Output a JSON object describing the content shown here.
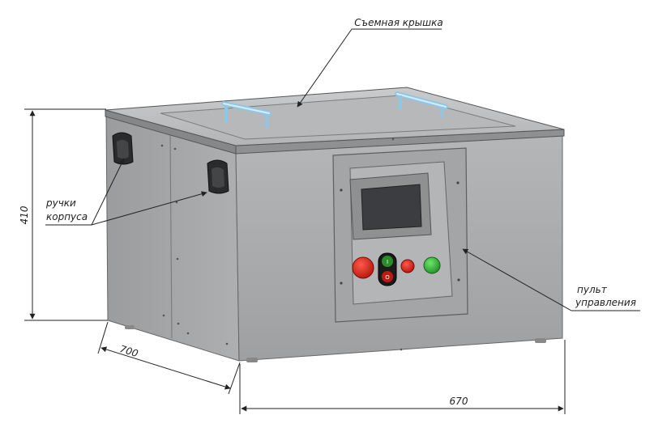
{
  "labels": {
    "lid": "Съемная крышка",
    "handles_line1": "ручки",
    "handles_line2": "корпуса",
    "panel_line1": "пульт",
    "panel_line2": "управления"
  },
  "dimensions": {
    "height": "410",
    "depth": "700",
    "width": "670"
  },
  "control_panel": {
    "button_top": "I",
    "button_bottom": "O"
  },
  "colors": {
    "body": "#a7a9ab",
    "lid": "#b9bbbd",
    "red_button": "#d8231b",
    "green_button": "#33b63a",
    "handle_bar": "#8fc6e6"
  }
}
